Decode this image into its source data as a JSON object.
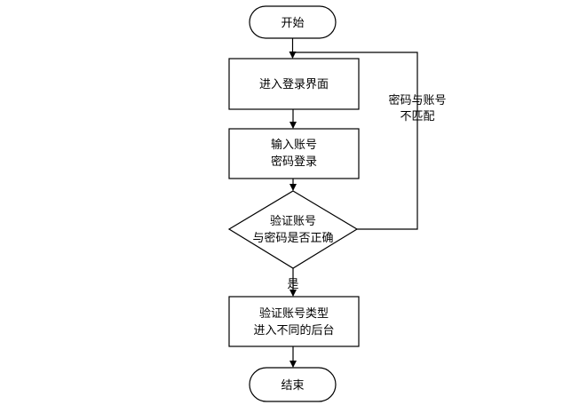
{
  "flowchart": {
    "start": "开始",
    "step_enter_login": "进入登录界面",
    "step_input": {
      "line1": "输入账号",
      "line2": "密码登录"
    },
    "decision": {
      "line1": "验证账号",
      "line2": "与密码是否正确"
    },
    "branch_mismatch": {
      "line1": "密码与账号",
      "line2": "不匹配"
    },
    "branch_yes": "是",
    "step_route": {
      "line1": "验证账号类型",
      "line2": "进入不同的后台"
    },
    "end": "结束"
  },
  "colors": {
    "stroke": "#000000",
    "fill": "#ffffff",
    "text": "#000000"
  }
}
